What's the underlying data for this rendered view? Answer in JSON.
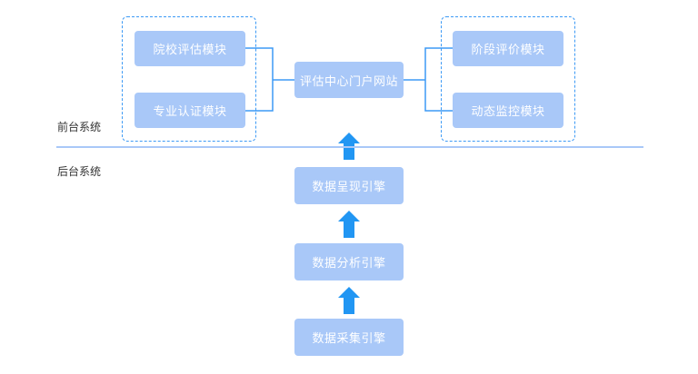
{
  "front_label": "前台系统",
  "back_label": "后台系统",
  "left_modules": [
    "院校评估模块",
    "专业认证模块"
  ],
  "right_modules": [
    "阶段评价模块",
    "动态监控模块"
  ],
  "portal": "评估中心门户网站",
  "engines": [
    "数据呈现引擎",
    "数据分析引擎",
    "数据采集引擎"
  ],
  "colors": {
    "box": "#a9c8f8",
    "line": "#3d9af5",
    "arrow": "#2196f3"
  }
}
